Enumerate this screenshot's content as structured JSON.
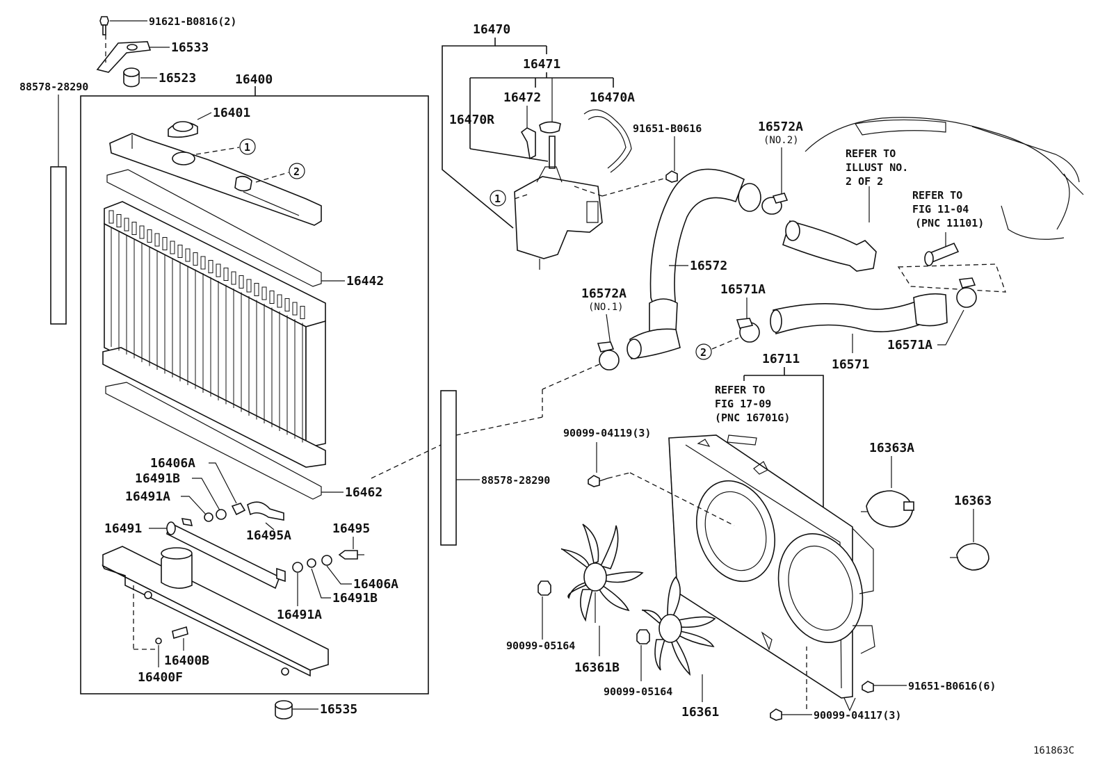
{
  "labels": {
    "bolt_bracket": "91621-B0816(2)",
    "bracket": "16533",
    "cushion_upper": "16523",
    "seal_left": "88578-28290",
    "radiator_assy": "16400",
    "cap": "16401",
    "gasket_upper": "16442",
    "gasket_lower": "16462",
    "plug_406a": "16406A",
    "washer_491b": "16491B",
    "washer_491a": "16491A",
    "cooler_491": "16491",
    "hose_495a": "16495A",
    "bolt_495": "16495",
    "plug_406a_2": "16406A",
    "washer_491b_2": "16491B",
    "washer_491a_2": "16491A",
    "drain_400b": "16400B",
    "oring_400f": "16400F",
    "cushion_lower": "16535",
    "reserve_tank_assy": "16470",
    "tank_sub": "16471",
    "tank_hose_472": "16472",
    "tank_hose_470a": "16470A",
    "tank_470r": "16470R",
    "bolt_tank": "91651-B0616",
    "clamp_572a_no2": "16572A",
    "no2": "(NO.2)",
    "refer_illust_1": "REFER TO",
    "refer_illust_2": "ILLUST NO.",
    "refer_illust_3": "2 OF 2",
    "refer_fig1104_1": "REFER TO",
    "refer_fig1104_2": "FIG 11-04",
    "refer_fig1104_3": "(PNC 11101)",
    "hose_upper": "16572",
    "clamp_572a_no1": "16572A",
    "no1": "(NO.1)",
    "clamp_571a_left": "16571A",
    "hose_lower": "16571",
    "clamp_571a_right": "16571A",
    "shroud": "16711",
    "refer_fig1709_1": "REFER TO",
    "refer_fig1709_2": "FIG 17-09",
    "refer_fig1709_3": "(PNC 16701G)",
    "bolt_04119": "90099-04119(3)",
    "seal_center": "88578-28290",
    "motor_363a": "16363A",
    "motor_363": "16363",
    "nut_left": "90099-05164",
    "fan_361b": "16361B",
    "nut_center": "90099-05164",
    "fan_361": "16361",
    "bolt_shroud": "91651-B0616(6)",
    "bolt_04117": "90099-04117(3)",
    "circle_1": "1",
    "circle_2": "2",
    "figure_id": "161863C"
  }
}
